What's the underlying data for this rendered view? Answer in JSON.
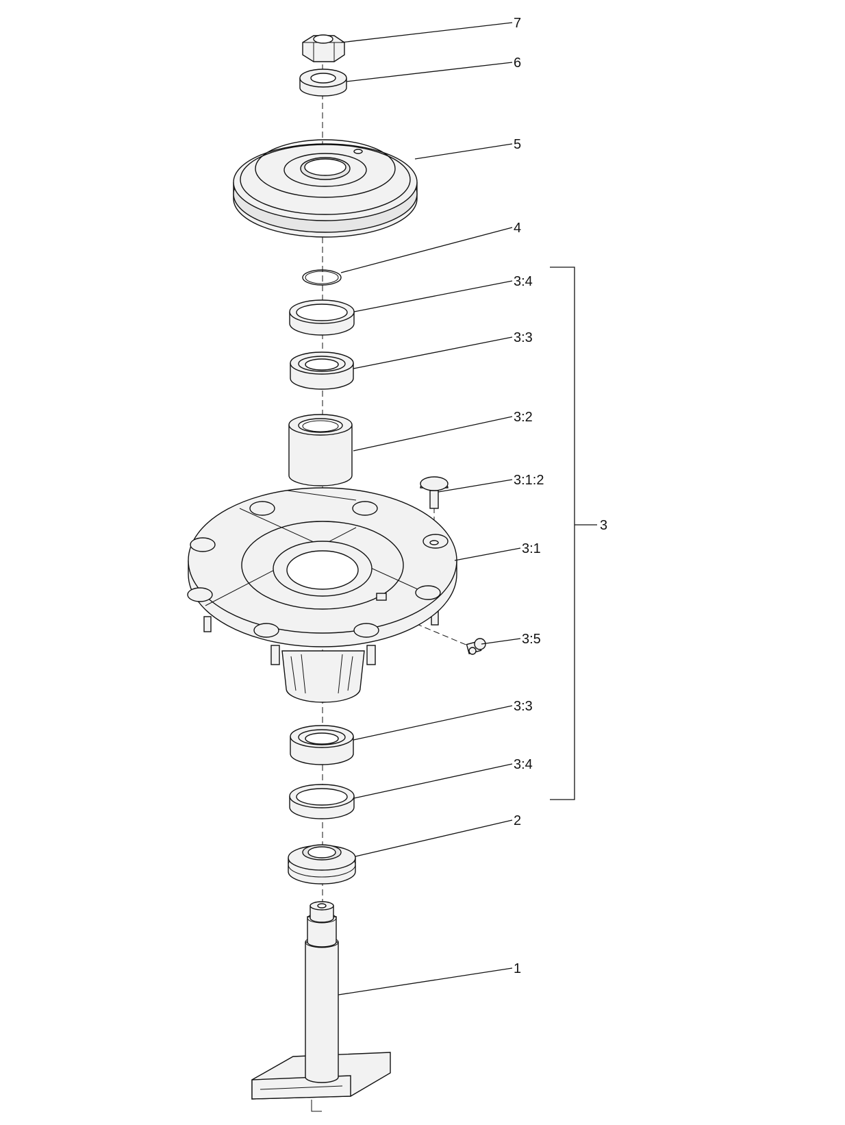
{
  "callouts": [
    {
      "id": "c7",
      "label": "7"
    },
    {
      "id": "c6",
      "label": "6"
    },
    {
      "id": "c5",
      "label": "5"
    },
    {
      "id": "c4",
      "label": "4"
    },
    {
      "id": "c34a",
      "label": "3:4"
    },
    {
      "id": "c33a",
      "label": "3:3"
    },
    {
      "id": "c32",
      "label": "3:2"
    },
    {
      "id": "c312",
      "label": "3:1:2"
    },
    {
      "id": "c31",
      "label": "3:1"
    },
    {
      "id": "c3",
      "label": "3"
    },
    {
      "id": "c35",
      "label": "3:5"
    },
    {
      "id": "c33b",
      "label": "3:3"
    },
    {
      "id": "c34b",
      "label": "3:4"
    },
    {
      "id": "c2",
      "label": "2"
    },
    {
      "id": "c1",
      "label": "1"
    }
  ]
}
